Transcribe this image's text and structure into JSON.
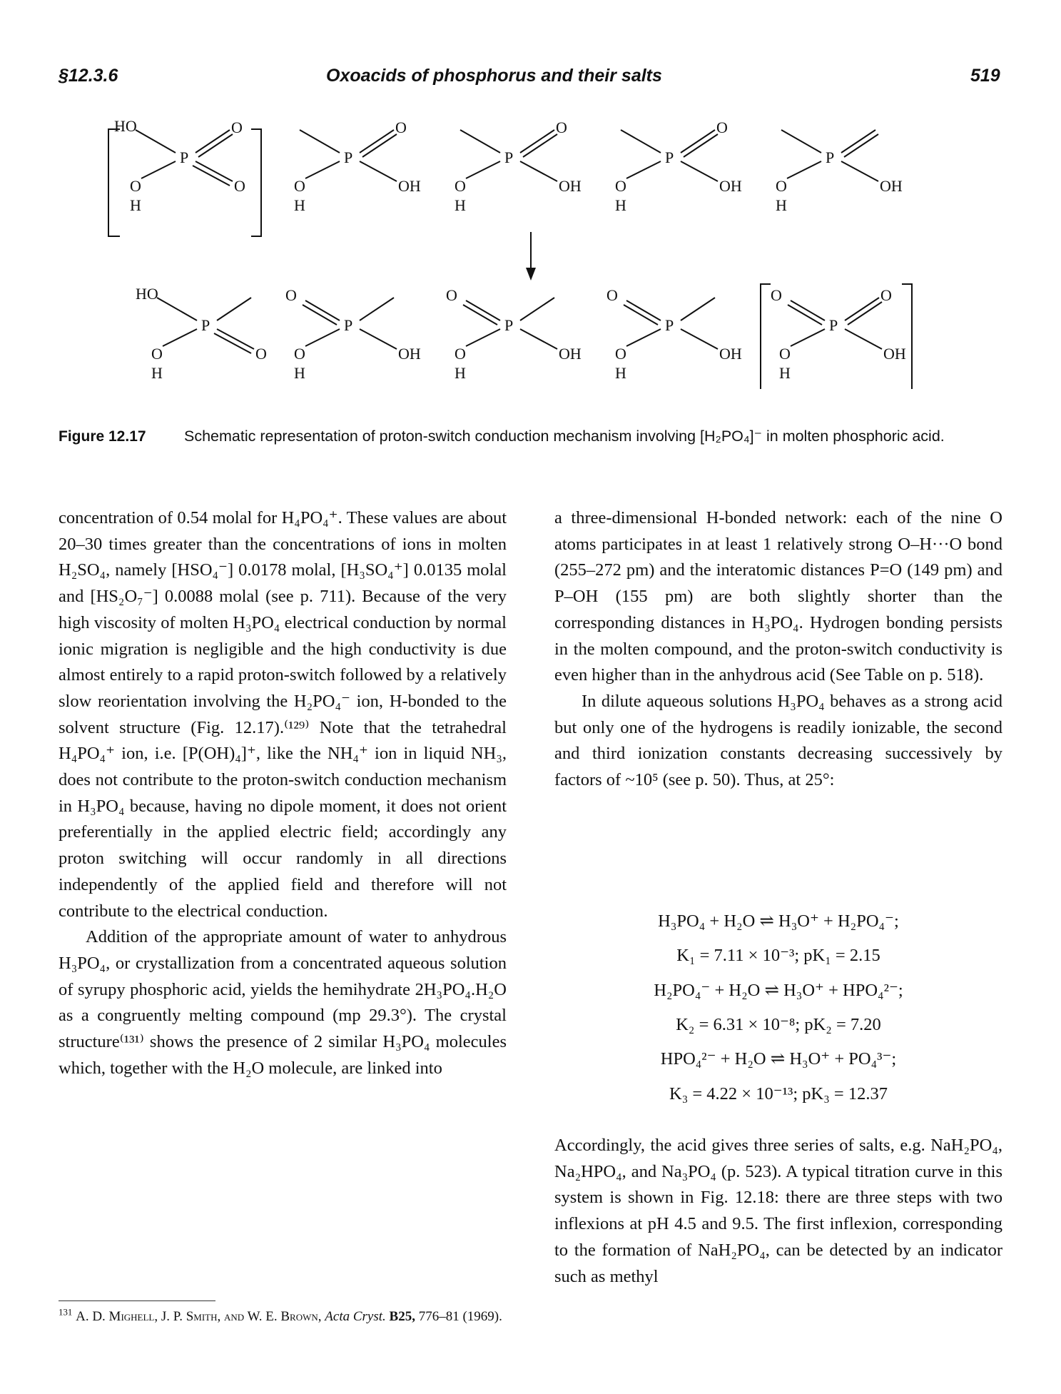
{
  "header": {
    "section": "§12.3.6",
    "title": "Oxoacids of phosphorus and their salts",
    "page": "519"
  },
  "figure": {
    "caption_label": "Figure 12.17",
    "caption_text": "Schematic representation of proton-switch conduction mechanism involving [H₂PO₄]⁻ in molten phosphoric acid.",
    "atoms": {
      "P": "P",
      "O": "O",
      "OH": "OH",
      "HO": "HO",
      "H": "H"
    }
  },
  "left_column": {
    "p1": "concentration of 0.54 molal for H₄PO₄⁺. These values are about 20–30 times greater than the concentrations of ions in molten H₂SO₄, namely [HSO₄⁻] 0.0178 molal, [H₃SO₄⁺] 0.0135 molal and [HS₂O₇⁻] 0.0088 molal (see p. 711). Because of the very high viscosity of molten H₃PO₄ electrical conduction by normal ionic migration is negligible and the high conductivity is due almost entirely to a rapid proton-switch followed by a relatively slow reorientation involving the H₂PO₄⁻ ion, H-bonded to the solvent structure (Fig. 12.17).⁽¹²⁹⁾ Note that the tetrahedral H₄PO₄⁺ ion, i.e. [P(OH)₄]⁺, like the NH₄⁺ ion in liquid NH₃, does not contribute to the proton-switch conduction mechanism in H₃PO₄ because, having no dipole moment, it does not orient preferentially in the applied electric field; accordingly any proton switching will occur randomly in all directions independently of the applied field and therefore will not contribute to the electrical conduction.",
    "p2": "Addition of the appropriate amount of water to anhydrous H₃PO₄, or crystallization from a concentrated aqueous solution of syrupy phosphoric acid, yields the hemihydrate 2H₃PO₄.H₂O as a congruently melting compound (mp 29.3°). The crystal structure⁽¹³¹⁾ shows the presence of 2 similar H₃PO₄ molecules which, together with the H₂O molecule, are linked into"
  },
  "footnote": {
    "number": "131",
    "authors": "A. D. Mighell, J. P. Smith, and W. E. Brown,",
    "journal": "Acta Cryst.",
    "volume": "B25,",
    "rest": "776–81 (1969)."
  },
  "right_column": {
    "p1": "a three-dimensional H-bonded network: each of the nine O atoms participates in at least 1 relatively strong O–H···O bond (255–272 pm) and the interatomic distances P=O (149 pm) and P–OH (155 pm) are both slightly shorter than the corresponding distances in H₃PO₄. Hydrogen bonding persists in the molten compound, and the proton-switch conductivity is even higher than in the anhydrous acid (See Table on p. 518).",
    "p2": "In dilute aqueous solutions H₃PO₄ behaves as a strong acid but only one of the hydrogens is readily ionizable, the second and third ionization constants decreasing successively by factors of ~10⁵ (see p. 50). Thus, at 25°:",
    "eq1": "H₃PO₄ + H₂O ⇌ H₃O⁺ + H₂PO₄⁻;",
    "k1": "K₁ = 7.11 × 10⁻³;   pK₁ = 2.15",
    "eq2": "H₂PO₄⁻ + H₂O ⇌ H₃O⁺ + HPO₄²⁻;",
    "k2": "K₂ = 6.31 × 10⁻⁸;   pK₂ = 7.20",
    "eq3": "HPO₄²⁻ + H₂O ⇌ H₃O⁺ + PO₄³⁻;",
    "k3": "K₃ = 4.22 × 10⁻¹³;   pK₃ = 12.37",
    "p3": "Accordingly, the acid gives three series of salts, e.g. NaH₂PO₄, Na₂HPO₄, and Na₃PO₄ (p. 523). A typical titration curve in this system is shown in Fig. 12.18: there are three steps with two inflexions at pH 4.5 and 9.5. The first inflexion, corresponding to the formation of NaH₂PO₄, can be detected by an indicator such as methyl"
  }
}
